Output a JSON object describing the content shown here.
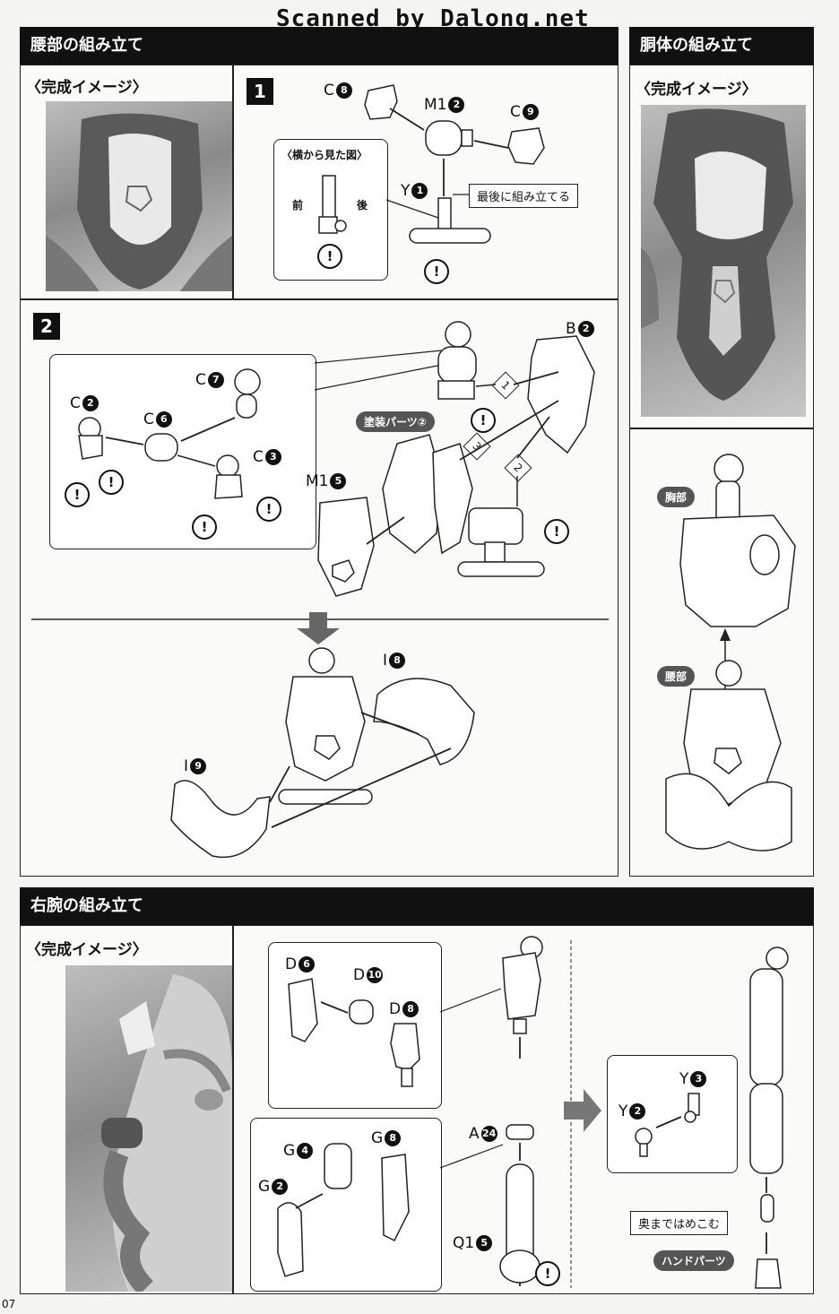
{
  "watermark": "Scanned by Dalong.net",
  "page_number": "07",
  "sections": {
    "waist": {
      "title": "腰部の組み立て",
      "completed_label": "〈完成イメージ〉"
    },
    "torso": {
      "title": "胴体の組み立て",
      "completed_label": "〈完成イメージ〉",
      "chest_tag": "胸部",
      "waist_tag": "腰部"
    },
    "right_arm": {
      "title": "右腕の組み立て",
      "completed_label": "〈完成イメージ〉"
    }
  },
  "step1": {
    "number": "1",
    "side_view": {
      "title": "〈横から見た図〉",
      "front": "前",
      "back": "後"
    },
    "parts": {
      "c8": "C",
      "c8n": "8",
      "m12": "M1",
      "m12n": "2",
      "c9": "C",
      "c9n": "9",
      "y1": "Y",
      "y1n": "1"
    },
    "note": "最後に組み立てる"
  },
  "step2": {
    "number": "2",
    "parts": {
      "c7": "C",
      "c7n": "7",
      "c2": "C",
      "c2n": "2",
      "c6": "C",
      "c6n": "6",
      "c3": "C",
      "c3n": "3",
      "b2": "B",
      "b2n": "2",
      "m15": "M1",
      "m15n": "5",
      "i8": "I",
      "i8n": "8",
      "i9": "I",
      "i9n": "9"
    },
    "paint_tag": "塗装パーツ②",
    "order": [
      "1",
      "2",
      "3"
    ]
  },
  "arm": {
    "parts": {
      "d6": "D",
      "d6n": "6",
      "d10": "D",
      "d10n": "10",
      "d8": "D",
      "d8n": "8",
      "a24": "A",
      "a24n": "24",
      "g4": "G",
      "g4n": "4",
      "g8": "G",
      "g8n": "8",
      "g2": "G",
      "g2n": "2",
      "q15": "Q1",
      "q15n": "5",
      "y3": "Y",
      "y3n": "3",
      "y2": "Y",
      "y2n": "2"
    },
    "note": "奥まではめこむ",
    "hand_tag": "ハンドパーツ"
  },
  "warning_symbol": "!"
}
